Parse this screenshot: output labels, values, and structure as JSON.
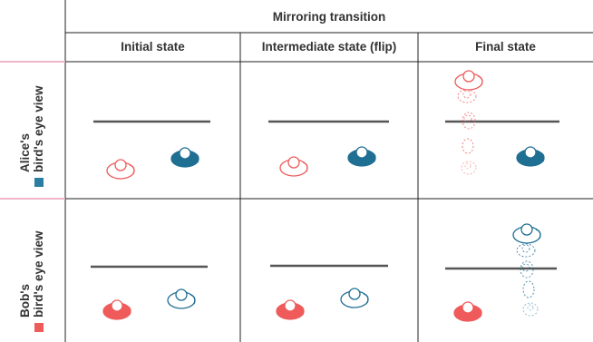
{
  "header": {
    "group_title": "Mirroring transition",
    "columns": [
      "Initial state",
      "Intermediate state (flip)",
      "Final state"
    ]
  },
  "rows": [
    {
      "line1": "Alice's",
      "line2": "bird's eye view",
      "swatch_color": "#2a7ea1"
    },
    {
      "line1": "Bob's",
      "line2": "bird's eye view",
      "swatch_color": "#ef5b5b"
    }
  ],
  "colors": {
    "alice": "#1f6f93",
    "bob": "#ef5b5b",
    "wall": "#555555",
    "grid": "#222222",
    "pink_rule": "#f0b6c8"
  },
  "icons": [
    "head-with-nose-icon",
    "wall-line",
    "trajectory-ghost-icon"
  ]
}
